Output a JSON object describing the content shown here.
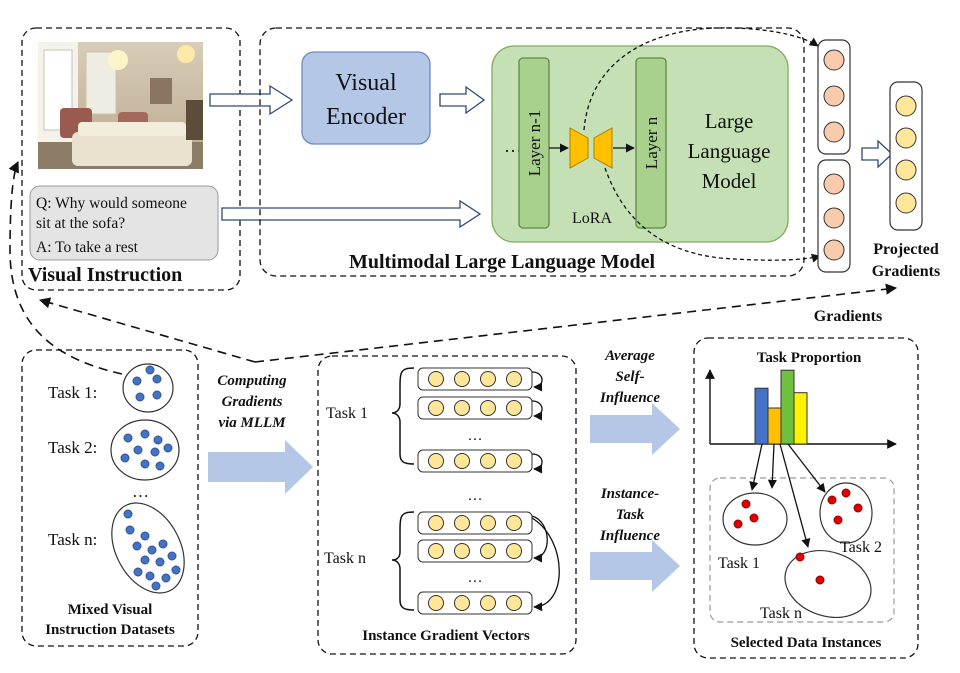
{
  "visual_instruction": {
    "title": "Visual  Instruction",
    "question_line1": "Q: Why would someone",
    "question_line2": "sit at the sofa?",
    "answer": "A: To take a rest"
  },
  "mllm": {
    "title": "Multimodal Large Language Model",
    "visual_encoder_line1": "Visual",
    "visual_encoder_line2": "Encoder",
    "ellipsis": "…",
    "layer_prev": "Layer n-1",
    "layer_n": "Layer n",
    "lora": "LoRA",
    "llm_line1": "Large",
    "llm_line2": "Language",
    "llm_line3": "Model"
  },
  "projected": {
    "label_line1": "Projected",
    "label_line2": "Gradients"
  },
  "gradients_label": "Gradients",
  "datasets": {
    "task1": "Task 1:",
    "task2": "Task 2:",
    "ellipsis": "…",
    "taskn": "Task n:",
    "caption_line1": "Mixed Visual",
    "caption_line2": "Instruction Datasets"
  },
  "computing": {
    "line1": "Computing",
    "line2": "Gradients",
    "line3": "via MLLM"
  },
  "instance_vectors": {
    "task1": "Task 1",
    "taskn": "Task n",
    "ellipsis": "…",
    "caption": "Instance Gradient Vectors"
  },
  "average": {
    "line1": "Average",
    "line2": "Self-",
    "line3": "Influence"
  },
  "instance_task": {
    "line1": "Instance-",
    "line2": "Task",
    "line3": "Influence"
  },
  "selection": {
    "proportion_title": "Task Proportion",
    "task1": "Task 1",
    "task2": "Task 2",
    "taskn": "Task n",
    "caption": "Selected Data Instances"
  },
  "chart_data": {
    "type": "bar",
    "categories": [
      "",
      "",
      "",
      ""
    ],
    "values": [
      0.62,
      0.4,
      0.82,
      0.57
    ],
    "colors": [
      "#4472C4",
      "#FFC000",
      "#70C040",
      "#FFF200"
    ],
    "title": "Task Proportion",
    "xlabel": "",
    "ylabel": ""
  },
  "colors": {
    "encoder_fill": "#B4C7E7",
    "llm_fill": "#C5E0B4",
    "layer_fill": "#A9D18E",
    "lora_fill": "#FFC000",
    "grad_orange": "#F8CBAD",
    "grad_yellow": "#FFE699",
    "dot_blue": "#2F5597",
    "dot_red": "#E00000",
    "big_arrow": "#B4C7E7"
  }
}
